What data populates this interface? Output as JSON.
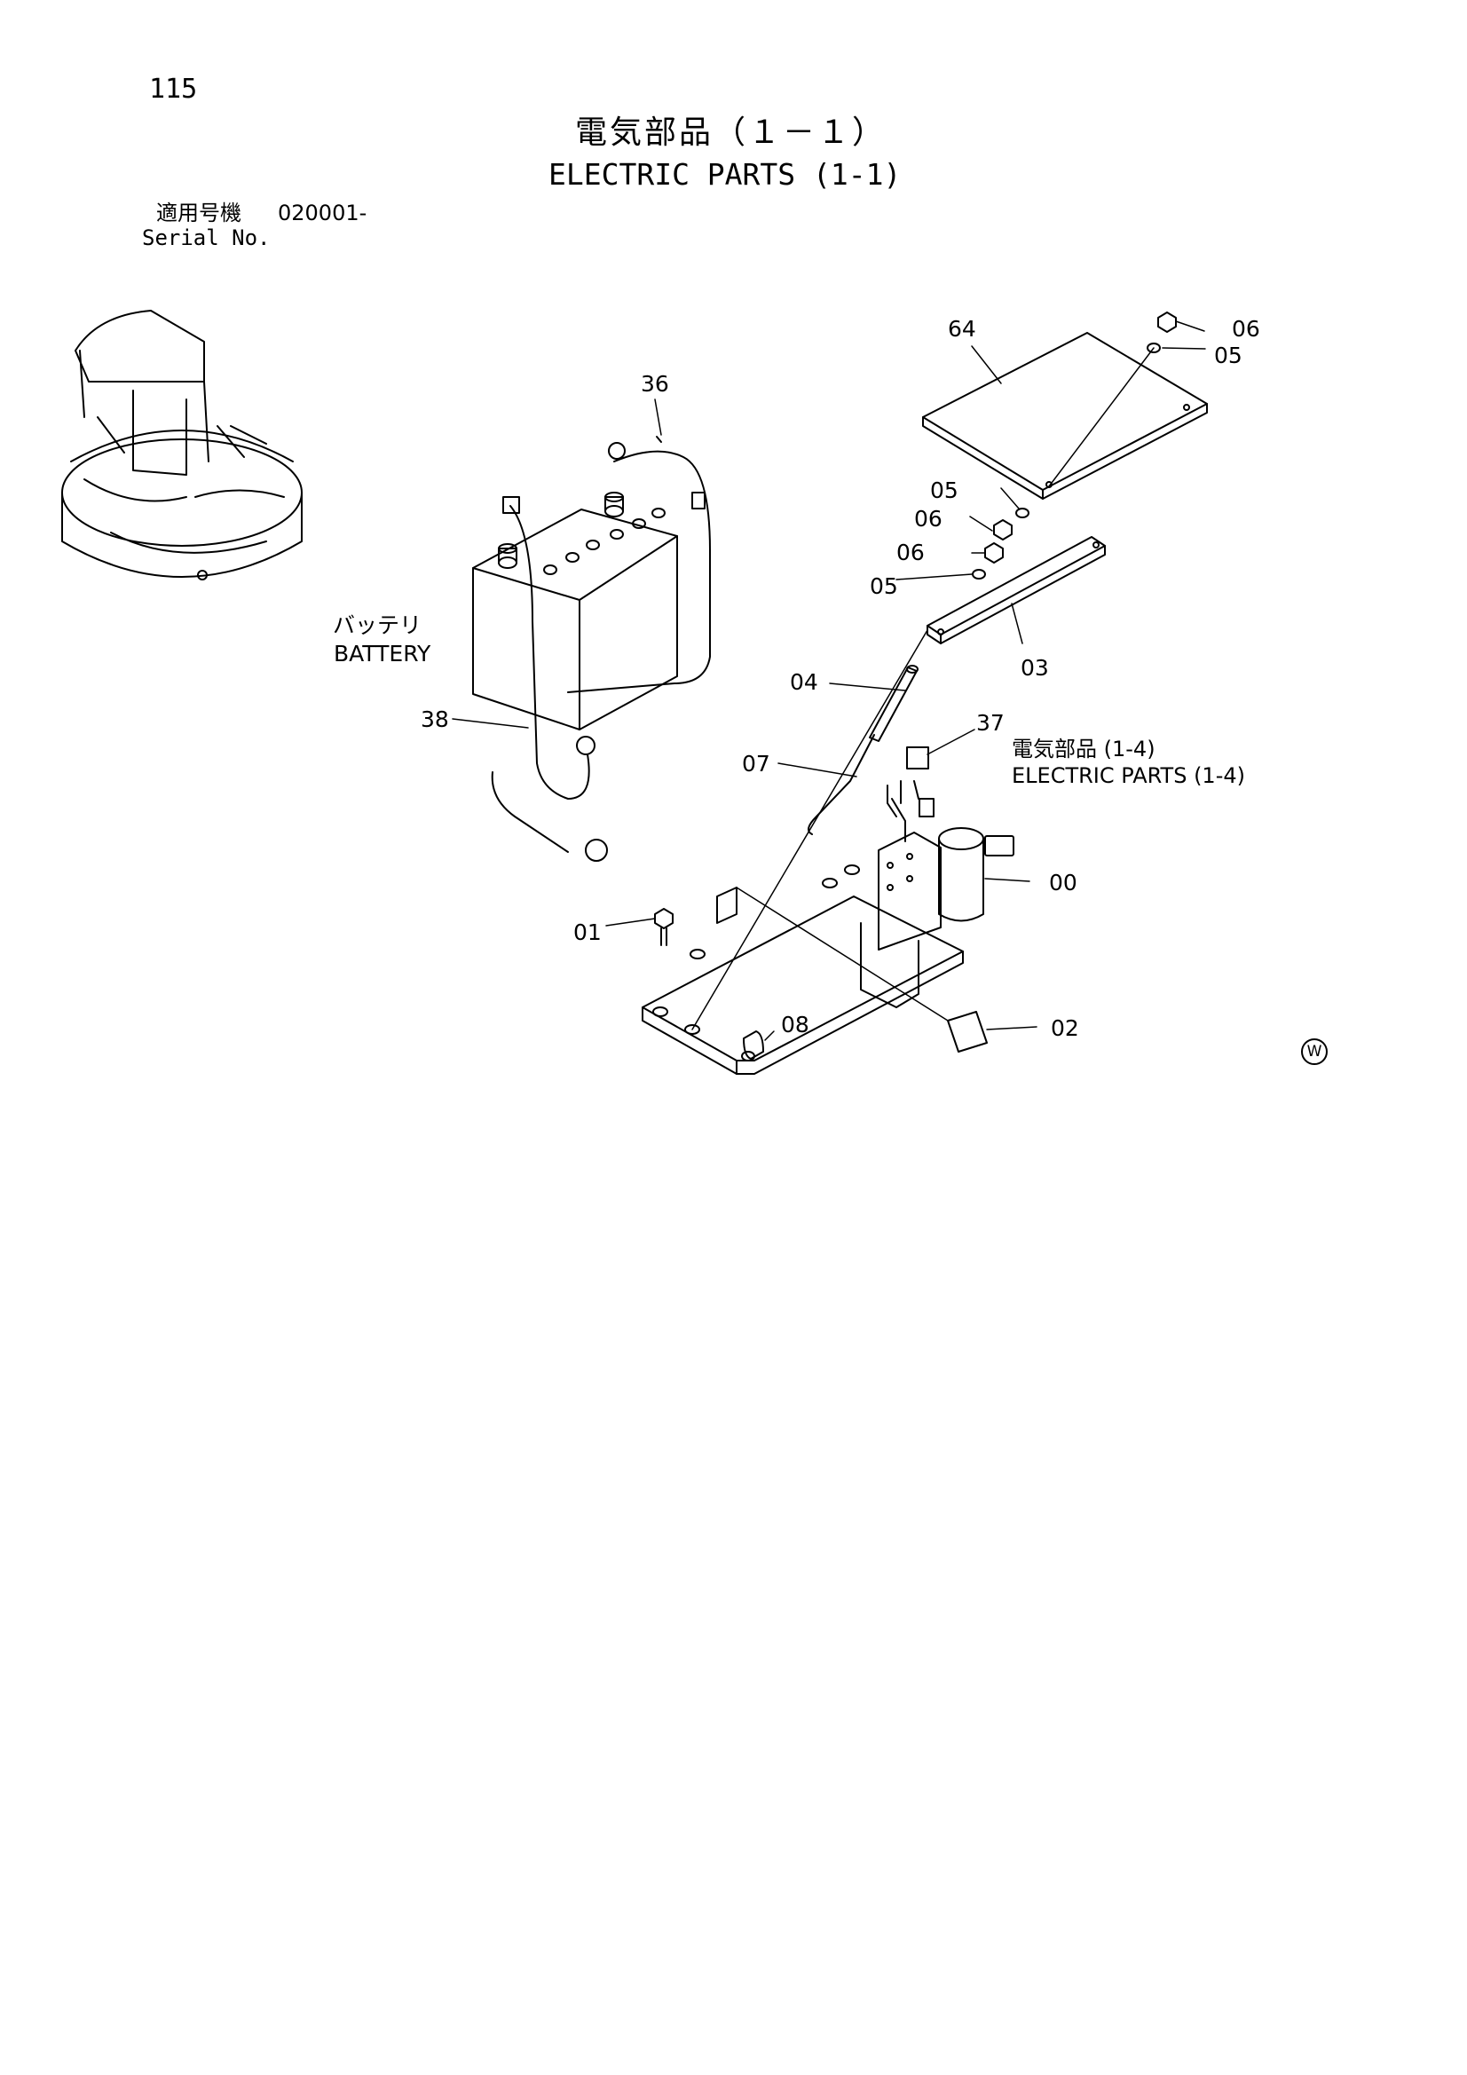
{
  "header": {
    "page_number": "115",
    "title_jp": "電気部品（１－１）",
    "title_en": "ELECTRIC PARTS (1-1)",
    "serial_label_jp": "適用号機",
    "serial_value": "020001-",
    "serial_label_en": "Serial No."
  },
  "labels": {
    "battery_jp": "バッテリ",
    "battery_en": "BATTERY",
    "ref_jp": "電気部品 (1-4)",
    "ref_en": "ELECTRIC PARTS (1-4)"
  },
  "part_numbers": {
    "p64": "64",
    "p06_top": "06",
    "p05_top": "05",
    "p36": "36",
    "p05_a": "05",
    "p06_a": "06",
    "p06_b": "06",
    "p05_b": "05",
    "p03": "03",
    "p04": "04",
    "p38": "38",
    "p37": "37",
    "p07": "07",
    "p00": "00",
    "p01": "01",
    "p08": "08",
    "p02": "02"
  },
  "watermark": "W"
}
